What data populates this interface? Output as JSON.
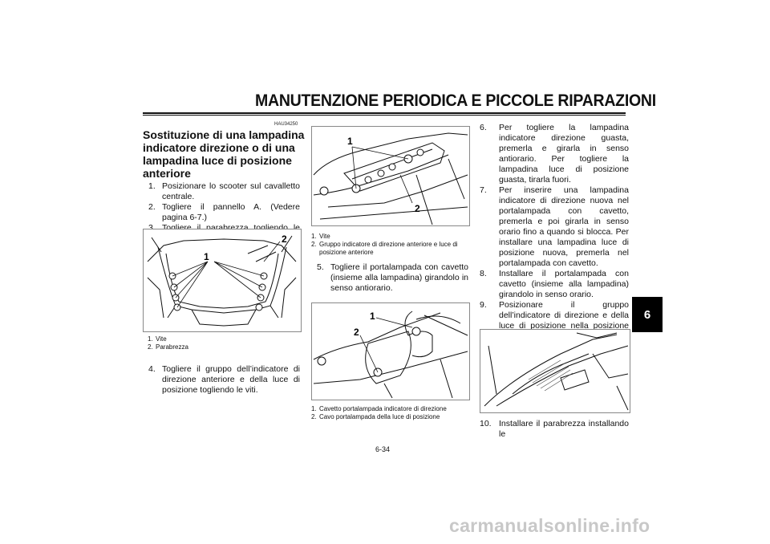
{
  "header": {
    "title": "MANUTENZIONE PERIODICA E PICCOLE RIPARAZIONI"
  },
  "side_tab": "6",
  "code": "HAU34250",
  "section_title": "Sostituzione di una lampadina indicatore direzione o di una lampadina luce di posizione anteriore",
  "steps_col1": [
    {
      "num": "1.",
      "text": "Posizionare lo scooter sul cavalletto centrale."
    },
    {
      "num": "2.",
      "text": "Togliere il pannello A. (Vedere pagina 6-7.)"
    },
    {
      "num": "3.",
      "text": "Togliere il parabrezza togliendo le viti."
    }
  ],
  "fig1": {
    "label1": "1",
    "label2": "2",
    "captions": [
      {
        "num": "1.",
        "text": "Vite"
      },
      {
        "num": "2.",
        "text": "Parabrezza"
      }
    ]
  },
  "steps_col1b": [
    {
      "num": "4.",
      "text": "Togliere il gruppo dell’indicatore di direzione anteriore e della luce di posizione togliendo le viti."
    }
  ],
  "fig2": {
    "label1": "1",
    "label2": "2",
    "captions": [
      {
        "num": "1.",
        "text": "Vite"
      },
      {
        "num": "2.",
        "text": "Gruppo indicatore di direzione anteriore e luce di posizione anteriore"
      }
    ]
  },
  "steps_col2": [
    {
      "num": "5.",
      "text": "Togliere il portalampada con cavetto (insieme alla lampadina) girandolo in senso antiorario."
    }
  ],
  "fig3": {
    "label1": "1",
    "label2": "2",
    "captions": [
      {
        "num": "1.",
        "text": "Cavetto portalampada indicatore di direzione"
      },
      {
        "num": "2.",
        "text": "Cavo portalampada della luce di posizione"
      }
    ]
  },
  "steps_col3": [
    {
      "num": "6.",
      "text": "Per togliere la lampadina indicatore direzione guasta, premerla e girarla in senso antiorario. Per togliere la lampadina luce di posizione guasta, tirarla fuori."
    },
    {
      "num": "7.",
      "text": "Per inserire una lampadina indicatore di direzione nuova nel portalampada con cavetto, premerla e poi girarla in senso orario fino a quando si blocca. Per installare una lampadina luce di posizione nuova, premerla nel portalampada con cavetto."
    },
    {
      "num": "8.",
      "text": "Installare il portalampada con cavetto (insieme alla lampadina) girandolo in senso orario."
    },
    {
      "num": "9.",
      "text": "Posizionare il gruppo dell’indicatore di direzione e della luce di posizione nella posizione originaria, e poi installare le viti."
    }
  ],
  "steps_col3b": [
    {
      "num": "10.",
      "text": "Installare il parabrezza installando le"
    }
  ],
  "page_number": "6-34",
  "watermark": "carmanualsonline.info"
}
